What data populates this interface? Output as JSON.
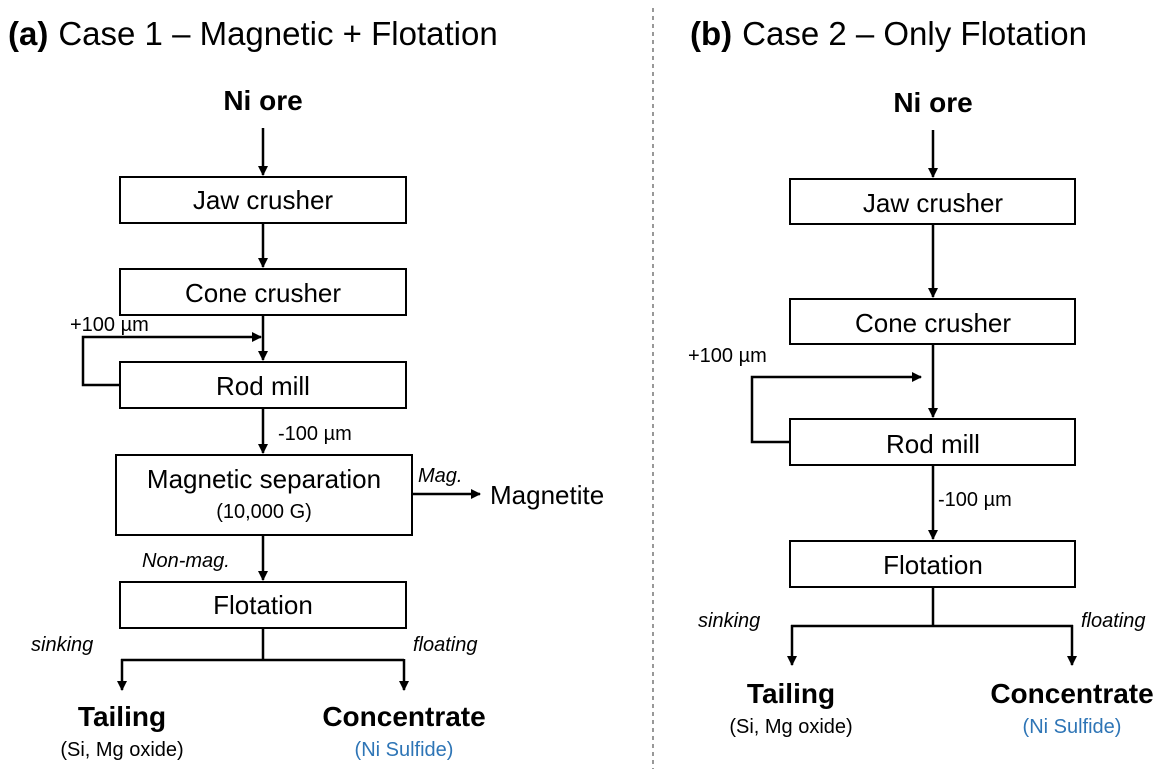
{
  "panel_a": {
    "title_prefix": "(a)",
    "title_text": "Case 1 – Magnetic + Flotation",
    "input": "Ni ore",
    "jaw": "Jaw crusher",
    "cone": "Cone crusher",
    "rod": "Rod mill",
    "recycle": "+100 µm",
    "undersize": "-100 µm",
    "magsep": "Magnetic separation",
    "magsep_field": "(10,000 G)",
    "mag_label": "Mag.",
    "magnetite": "Magnetite",
    "nonmag": "Non-mag.",
    "flotation": "Flotation",
    "sinking": "sinking",
    "floating": "floating",
    "tailing": "Tailing",
    "tailing_sub": "(Si, Mg oxide)",
    "concentrate": "Concentrate",
    "concentrate_sub": "(Ni Sulfide)"
  },
  "panel_b": {
    "title_prefix": "(b)",
    "title_text": "Case 2 – Only Flotation",
    "input": "Ni ore",
    "jaw": "Jaw crusher",
    "cone": "Cone crusher",
    "rod": "Rod mill",
    "recycle": "+100 µm",
    "undersize": "-100 µm",
    "flotation": "Flotation",
    "sinking": "sinking",
    "floating": "floating",
    "tailing": "Tailing",
    "tailing_sub": "(Si, Mg oxide)",
    "concentrate": "Concentrate",
    "concentrate_sub": "(Ni Sulfide)"
  },
  "colors": {
    "accent": "#2e75b6"
  }
}
